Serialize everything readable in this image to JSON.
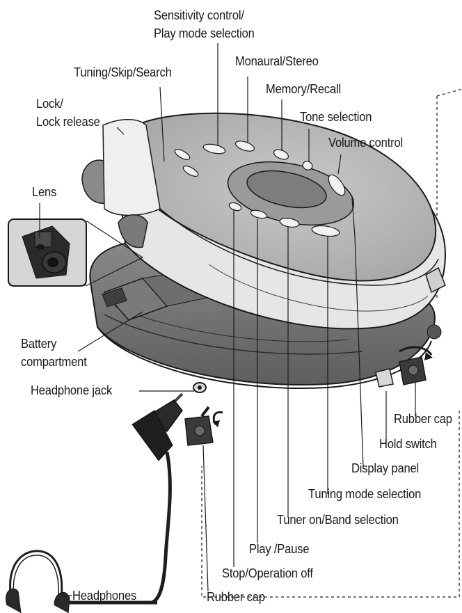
{
  "labels": {
    "sensitivity_1": "Sensitivity control/",
    "sensitivity_2": "Play mode selection",
    "monaural": "Monaural/Stereo",
    "tuning_skip": "Tuning/Skip/Search",
    "memory": "Memory/Recall",
    "lock_1": "Lock/",
    "lock_2": "Lock release",
    "tone": "Tone selection",
    "volume": "Volume control",
    "lens": "Lens",
    "battery_1": "Battery",
    "battery_2": "compartment",
    "headphone_jack": "Headphone jack",
    "rubber_cap_right": "Rubber cap",
    "hold_switch": "Hold switch",
    "display_panel": "Display panel",
    "tuning_mode": "Tuning mode selection",
    "tuner_on": "Tuner on/Band selection",
    "play_pause": "Play /Pause",
    "stop": "Stop/Operation off",
    "rubber_cap_bottom": "Rubber cap",
    "headphones": "Headphones"
  },
  "colors": {
    "line": "#1a1a1a",
    "body_light": "#e9e9e9",
    "body_mid": "#bdbdbd",
    "body_dark": "#6d6d6d",
    "black": "#1e1e1e"
  }
}
